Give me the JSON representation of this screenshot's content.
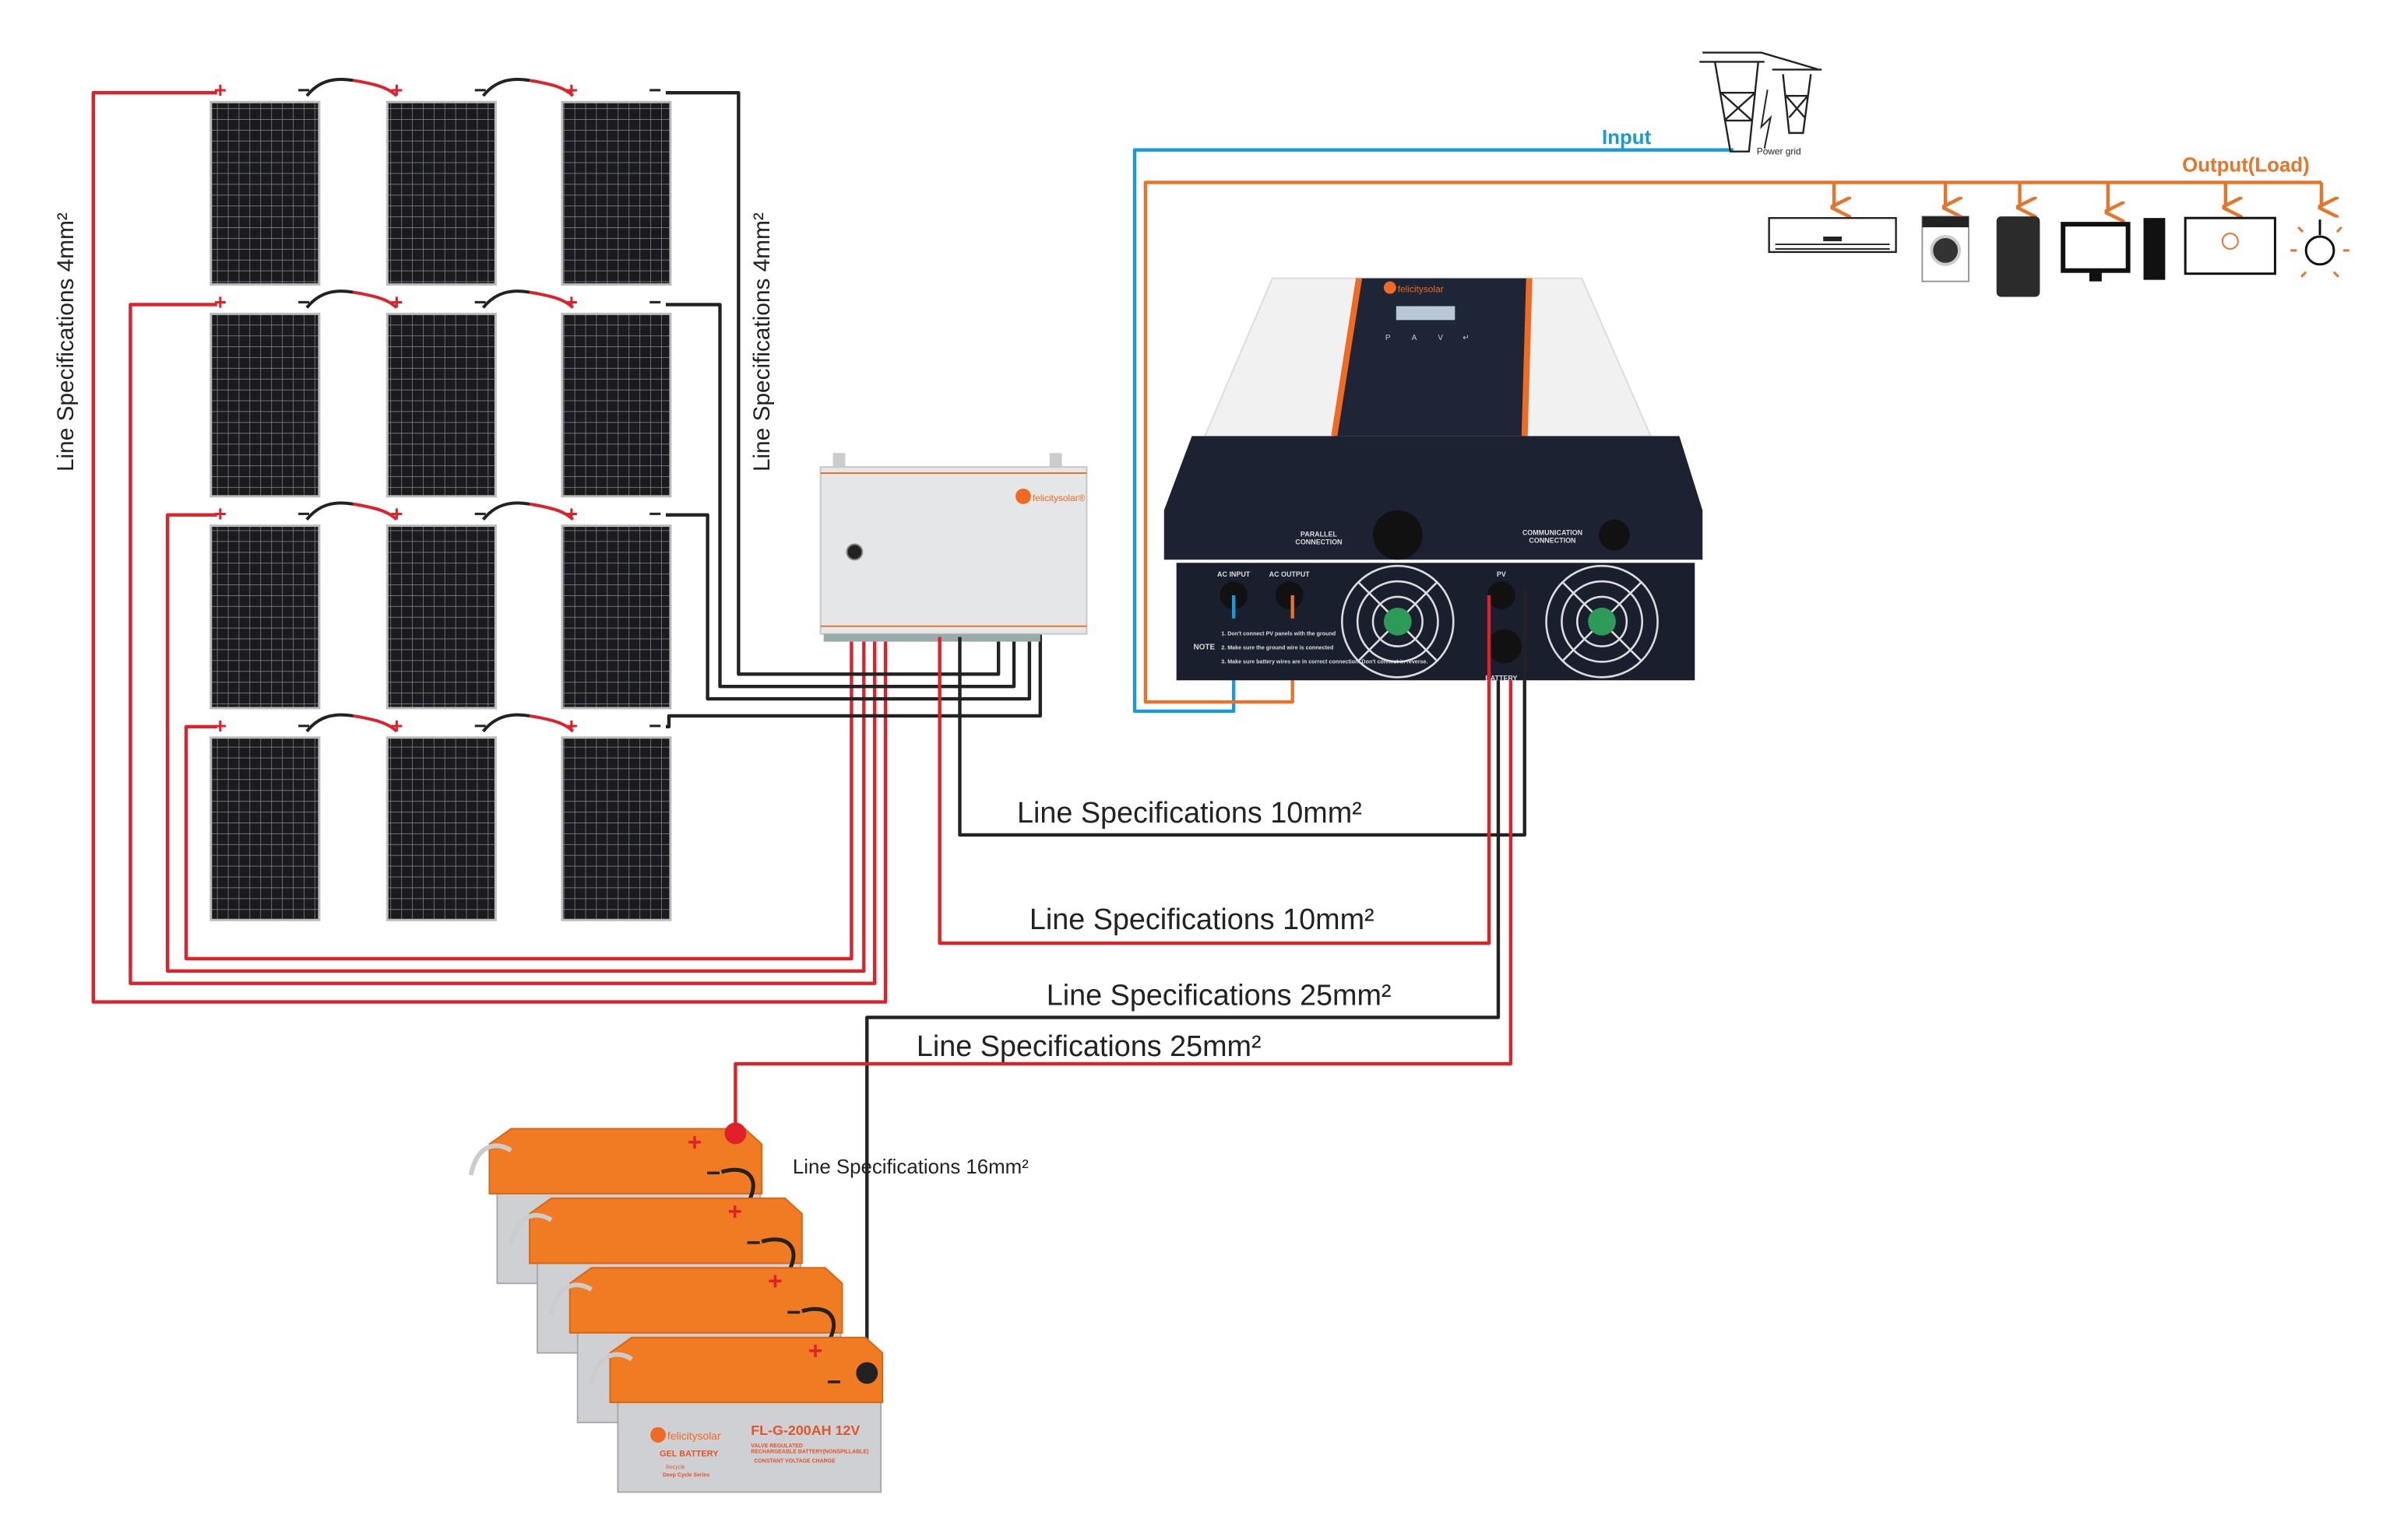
{
  "labels": {
    "pv_left": "Line Specifications 4mm²",
    "pv_right": "Line Specifications 4mm²",
    "combiner_black": "Line Specifications 10mm²",
    "combiner_red": "Line Specifications 10mm²",
    "battery_black": "Line Specifications 25mm²",
    "battery_red": "Line Specifications 25mm²",
    "battery_link": "Line Specifications 16mm²",
    "input": "Input",
    "output": "Output(Load)",
    "power_grid": "Power grid"
  },
  "panel_terminals": {
    "plus": "+",
    "minus": "−"
  },
  "combiner": {
    "brand": "felicitysolar®"
  },
  "inverter": {
    "brand": "felicitysolar",
    "parallel": [
      "PARALLEL",
      "CONNECTION"
    ],
    "communication": [
      "COMMUNICATION",
      "CONNECTION"
    ],
    "ac_input": "AC INPUT",
    "ac_output": "AC OUTPUT",
    "pv": "PV",
    "battery": "BATTERY",
    "note_title": "NOTE",
    "notes": [
      "1. Don't connect PV panels with the ground",
      "2. Make sure the ground wire is connected",
      "3. Make sure battery wires are in correct connection. Don't connect in reverse."
    ],
    "buttons": [
      "P",
      "A",
      "V",
      "↵"
    ]
  },
  "battery": {
    "brand": "felicitysolar",
    "model": "FL-G-200AH 12V",
    "type": "GEL BATTERY",
    "desc": [
      "VALVE REGULATED",
      "RECHARGEABLE BATTERY(NONSPILLABLE)"
    ],
    "charge_title": "CONSTANT VOLTAGE CHARGE",
    "series": "Deep Cycle Series",
    "recycle": "Recycle"
  },
  "loads": [
    "air-conditioner-icon",
    "washing-machine-icon",
    "refrigerator-icon",
    "monitor-icon",
    "pc-tower-icon",
    "tv-icon",
    "light-bulb-icon"
  ],
  "colors": {
    "pv_positive": "#e0212a",
    "negative": "#222222",
    "ac_input": "#1a9ad8",
    "ac_output": "#e8742a",
    "brand": "#ef6a22"
  }
}
